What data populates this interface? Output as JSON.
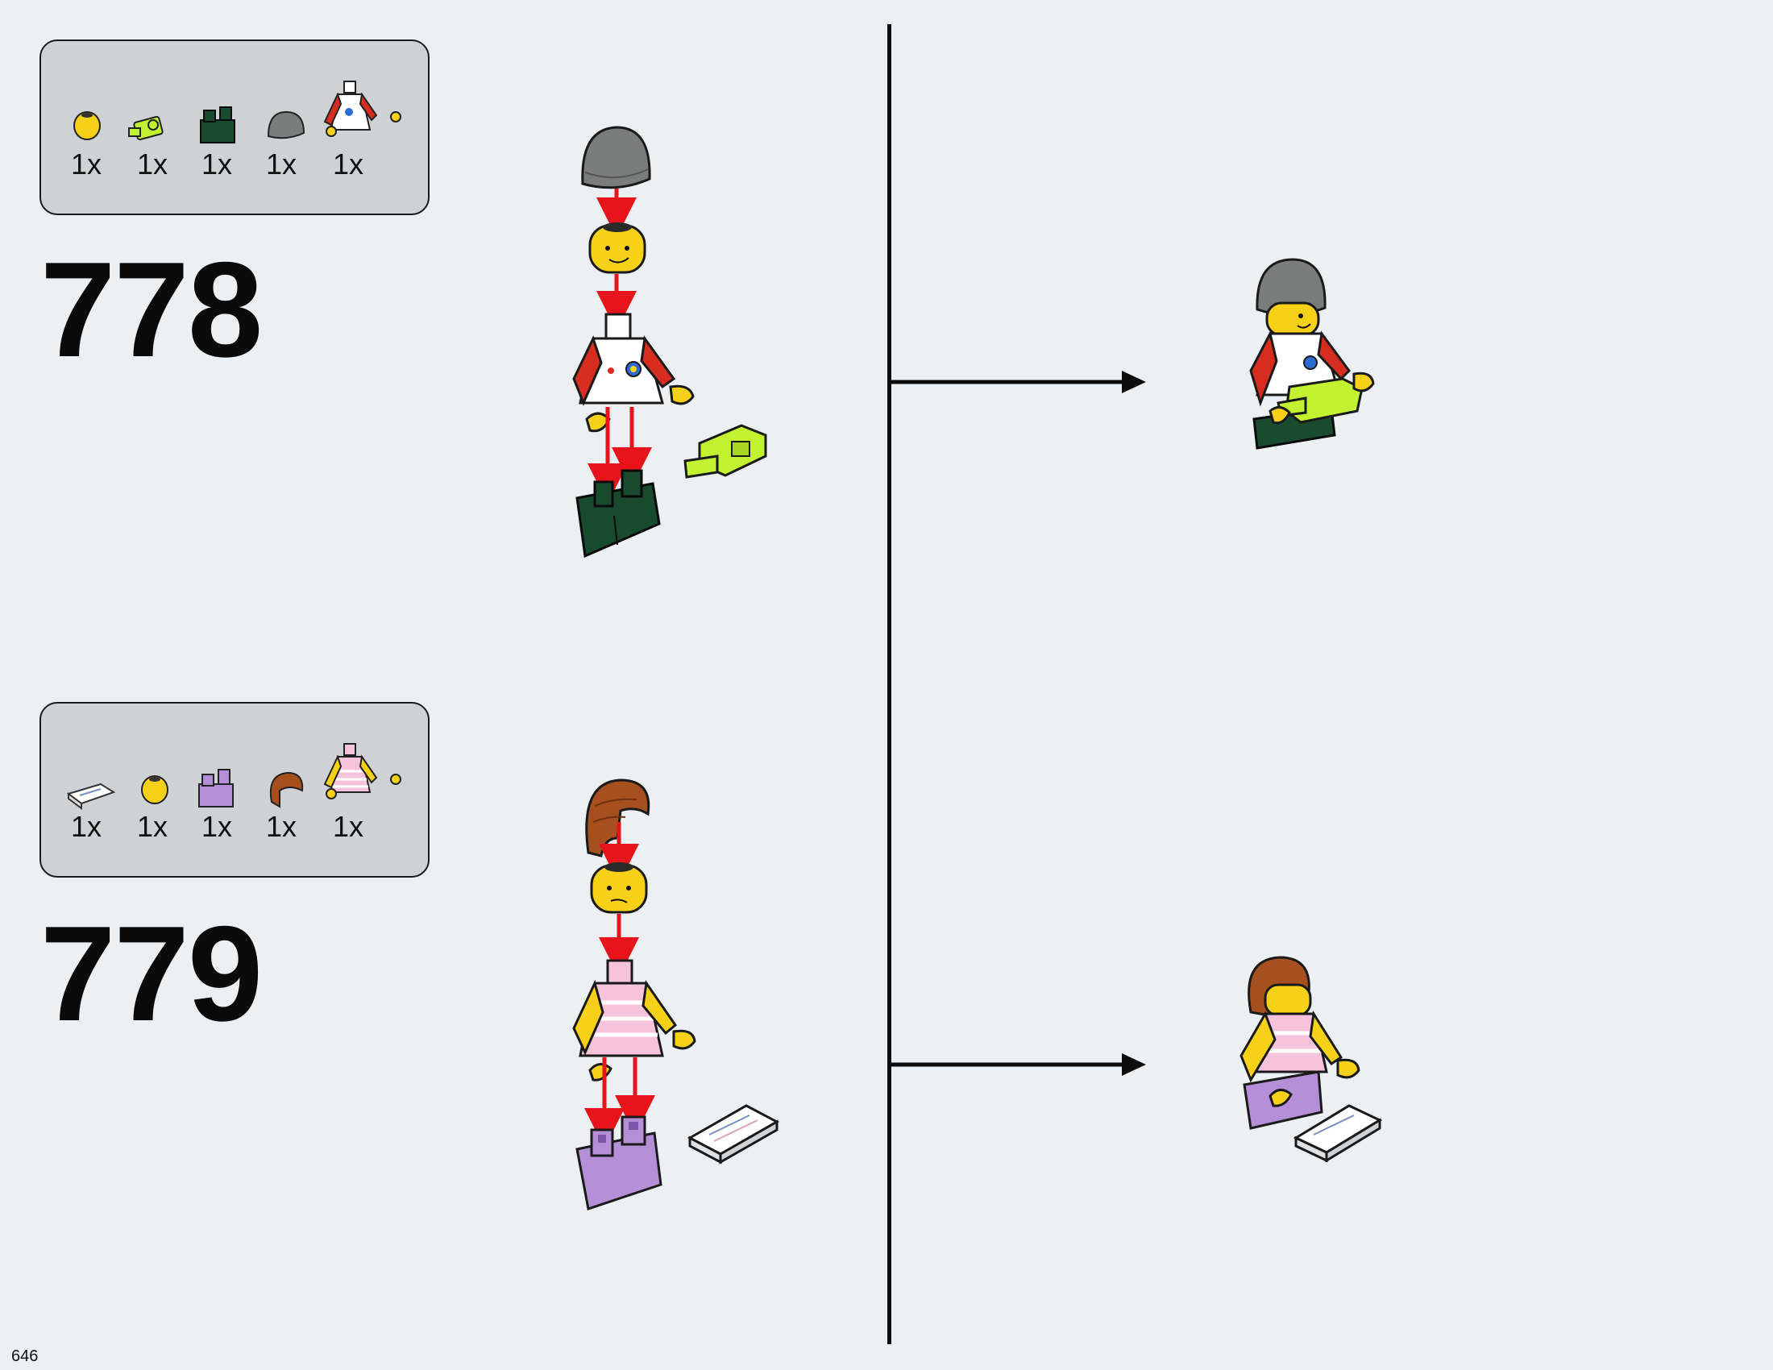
{
  "page": {
    "number": "646"
  },
  "steps": [
    {
      "number": "778",
      "parts": [
        {
          "qty": "1x",
          "icon": "yellow-head-icon"
        },
        {
          "qty": "1x",
          "icon": "lime-camera-icon"
        },
        {
          "qty": "1x",
          "icon": "dark-green-legs-icon"
        },
        {
          "qty": "1x",
          "icon": "grey-beanie-icon"
        },
        {
          "qty": "1x",
          "icon": "red-white-torso-icon"
        }
      ]
    },
    {
      "number": "779",
      "parts": [
        {
          "qty": "1x",
          "icon": "white-tile-icon"
        },
        {
          "qty": "1x",
          "icon": "yellow-head-icon"
        },
        {
          "qty": "1x",
          "icon": "lavender-legs-icon"
        },
        {
          "qty": "1x",
          "icon": "brown-hair-icon"
        },
        {
          "qty": "1x",
          "icon": "pink-striped-torso-icon"
        }
      ]
    }
  ],
  "colors": {
    "background": "#edf0f2",
    "parts_box": "#ced2d5",
    "arrow_red": "#e8141b",
    "yellow": "#f7d117",
    "dark_green": "#184a2e",
    "lime": "#c2f230",
    "grey": "#7b7d7d",
    "lavender": "#b48ed6",
    "pink": "#f6c3da",
    "brown": "#a5501e",
    "red": "#d62d20"
  }
}
